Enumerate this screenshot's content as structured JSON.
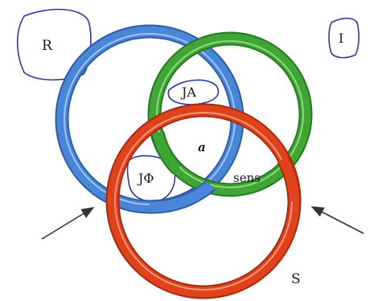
{
  "labels": {
    "real": "R",
    "imaginary": "I",
    "symbolic": "S",
    "jouissance_other": "JA",
    "jouissance_phallic": "JΦ",
    "object_a": "a",
    "sense": "sens"
  },
  "colors": {
    "real_ring": "#4a86d8",
    "imaginary_ring": "#3fa535",
    "symbolic_ring": "#e0431c",
    "handwritten_ink": "#2b3a9c",
    "arrow": "#333333"
  }
}
